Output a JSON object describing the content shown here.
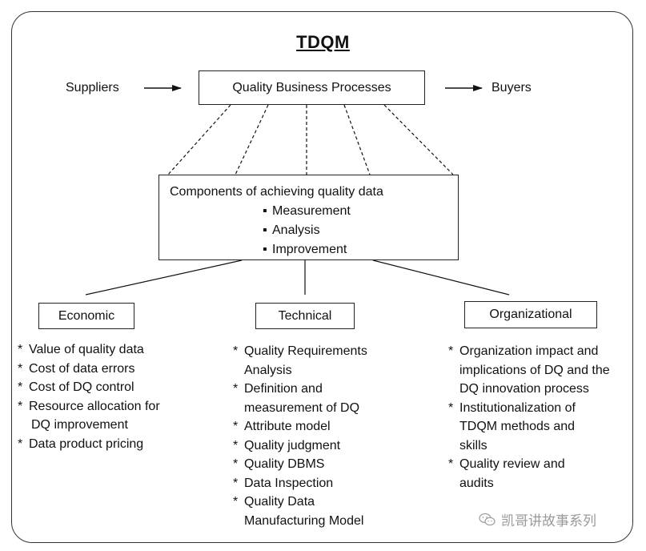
{
  "title": "TDQM",
  "suppliers": "Suppliers",
  "buyers": "Buyers",
  "processes": "Quality Business Processes",
  "components": {
    "heading": "Components of achieving quality data",
    "items": [
      "Measurement",
      "Analysis",
      "Improvement"
    ],
    "bullet": "▪"
  },
  "categories": [
    {
      "label": "Economic",
      "items": [
        "Value of quality data",
        "Cost of data errors",
        "Cost of DQ control",
        "Resource allocation for DQ improvement",
        "Data product pricing"
      ]
    },
    {
      "label": "Technical",
      "items": [
        "Quality Requirements Analysis",
        "Definition and measurement of DQ",
        "Attribute model",
        "Quality judgment",
        "Quality DBMS",
        "Data Inspection",
        "Quality Data Manufacturing Model"
      ]
    },
    {
      "label": "Organizational",
      "items": [
        "Organization impact and implications of DQ and the DQ innovation process",
        "Institutionalization of TDQM methods and skills",
        "Quality review and audits"
      ]
    }
  ],
  "item_marker": "*",
  "watermark": {
    "icon": "wechat-icon",
    "text": "凯哥讲故事系列"
  }
}
